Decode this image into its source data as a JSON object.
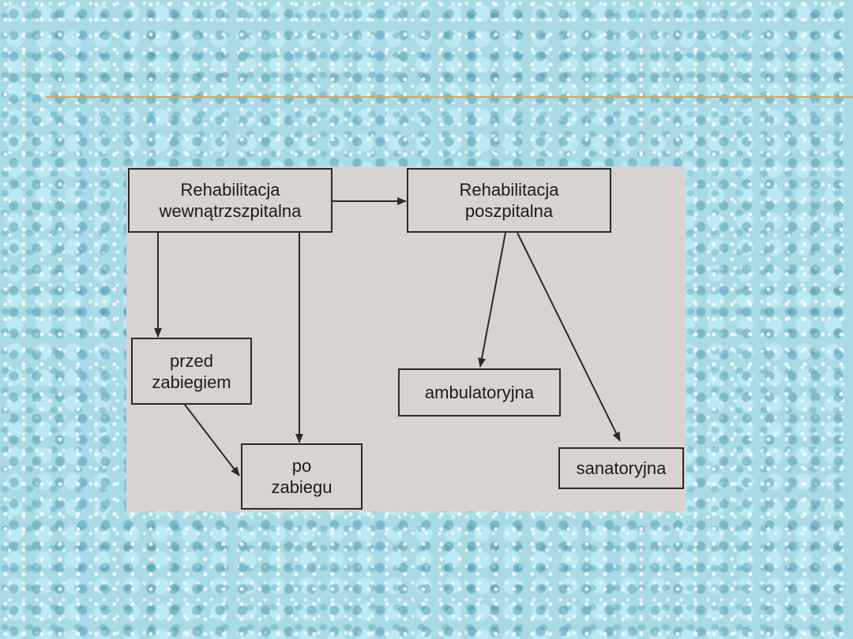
{
  "diagram": {
    "nodes": [
      {
        "id": "inhospital",
        "label": "Rehabilitacja\nwewnątrzszpitalna"
      },
      {
        "id": "posthospital",
        "label": "Rehabilitacja\nposzpitalna"
      },
      {
        "id": "before",
        "label": "przed\nzabiegiem"
      },
      {
        "id": "after",
        "label": "po\nzabiegu"
      },
      {
        "id": "ambulatory",
        "label": "ambulatoryjna"
      },
      {
        "id": "sanatorium",
        "label": "sanatoryjna"
      }
    ],
    "edges": [
      {
        "from": "inhospital",
        "to": "posthospital"
      },
      {
        "from": "inhospital",
        "to": "before"
      },
      {
        "from": "inhospital",
        "to": "after"
      },
      {
        "from": "before",
        "to": "after"
      },
      {
        "from": "posthospital",
        "to": "ambulatory"
      },
      {
        "from": "posthospital",
        "to": "sanatorium"
      }
    ]
  }
}
